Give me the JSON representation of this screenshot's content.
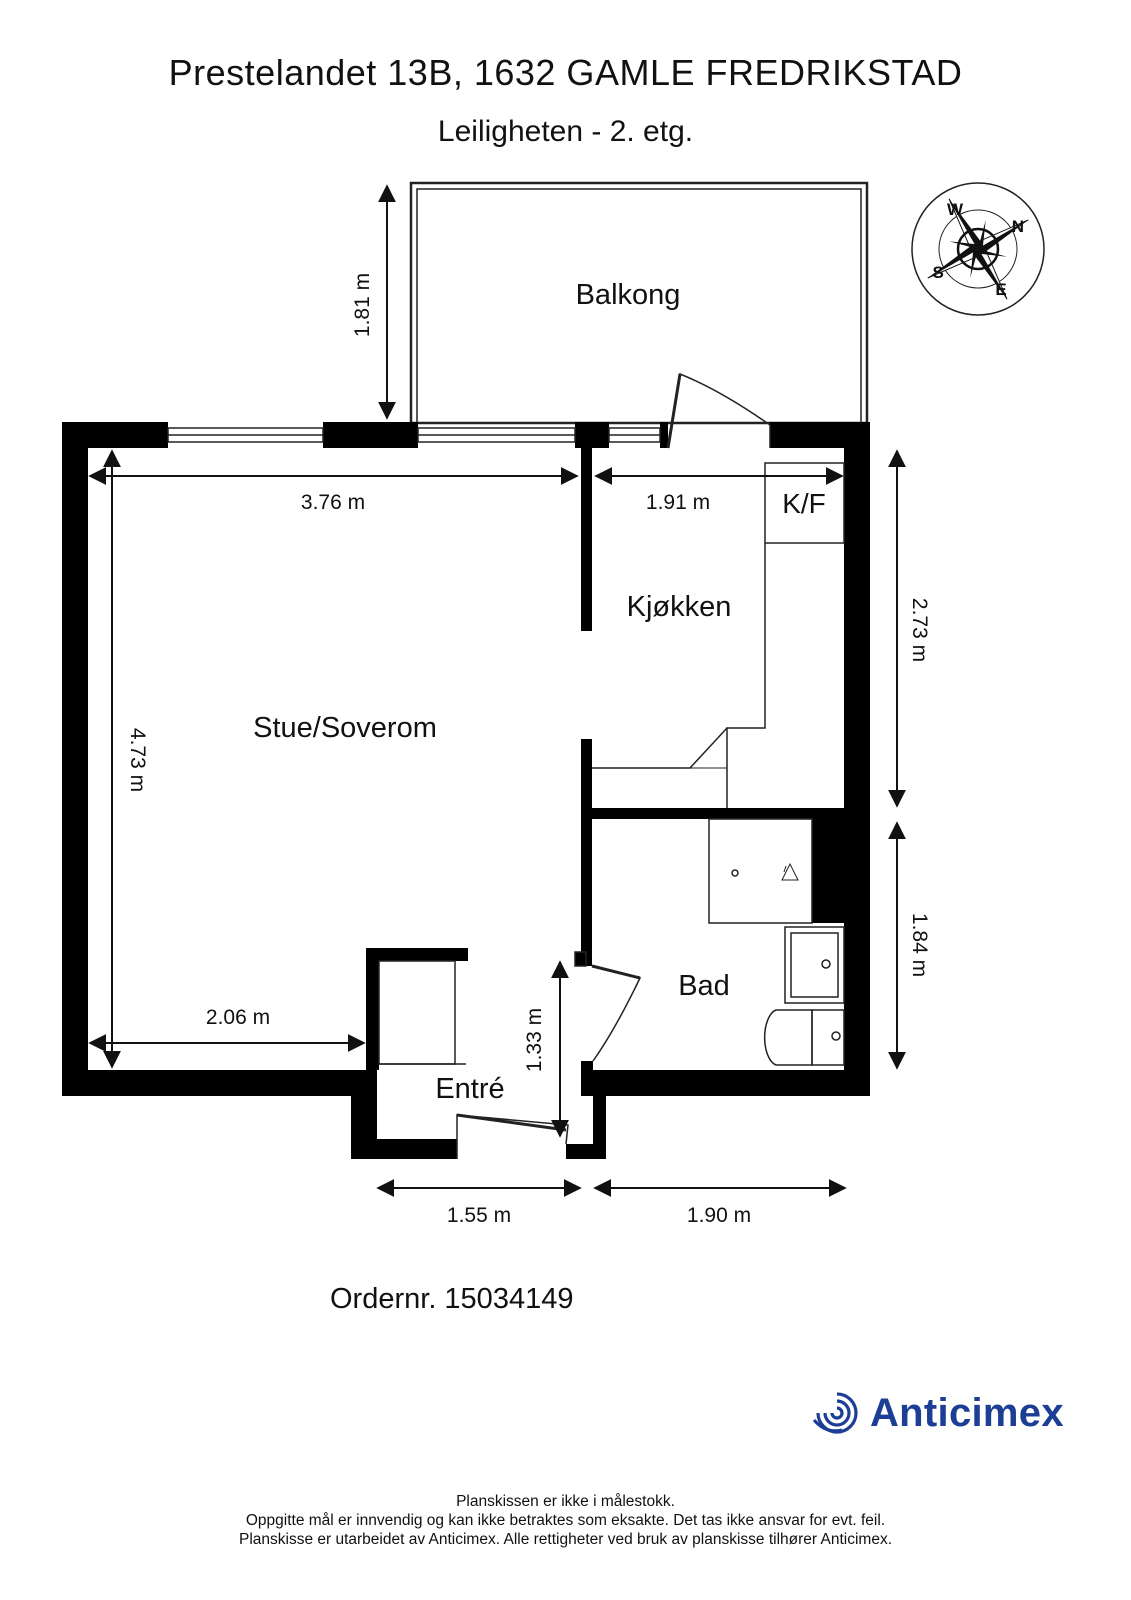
{
  "header": {
    "title": "Prestelandet 13B, 1632 GAMLE FREDRIKSTAD",
    "subtitle": "Leiligheten  - 2. etg."
  },
  "rooms": {
    "balcony": "Balkong",
    "kitchen": "Kjøkken",
    "fridge": "K/F",
    "living": "Stue/Soverom",
    "bath": "Bad",
    "entry": "Entré"
  },
  "dimensions": {
    "balcony_depth": "1.81 m",
    "living_width": "3.76 m",
    "kitchen_width": "1.91 m",
    "kitchen_depth": "2.73 m",
    "living_depth": "4.73 m",
    "bath_depth": "1.84 m",
    "living_lower_width": "2.06 m",
    "entry_depth": "1.33 m",
    "entry_width": "1.55 m",
    "bath_width": "1.90 m"
  },
  "compass": {
    "letters": [
      "W",
      "N",
      "E",
      "S"
    ]
  },
  "order": "Ordernr. 15034149",
  "brand": {
    "name": "Anticimex",
    "color": "#1c3f95"
  },
  "disclaimer": [
    "Planskissen er ikke i målestokk.",
    "Oppgitte mål er innvendig og kan ikke betraktes som eksakte. Det tas ikke ansvar for evt. feil.",
    "Planskisse er utarbeidet av Anticimex. Alle rettigheter ved bruk av planskisse tilhører Anticimex."
  ]
}
